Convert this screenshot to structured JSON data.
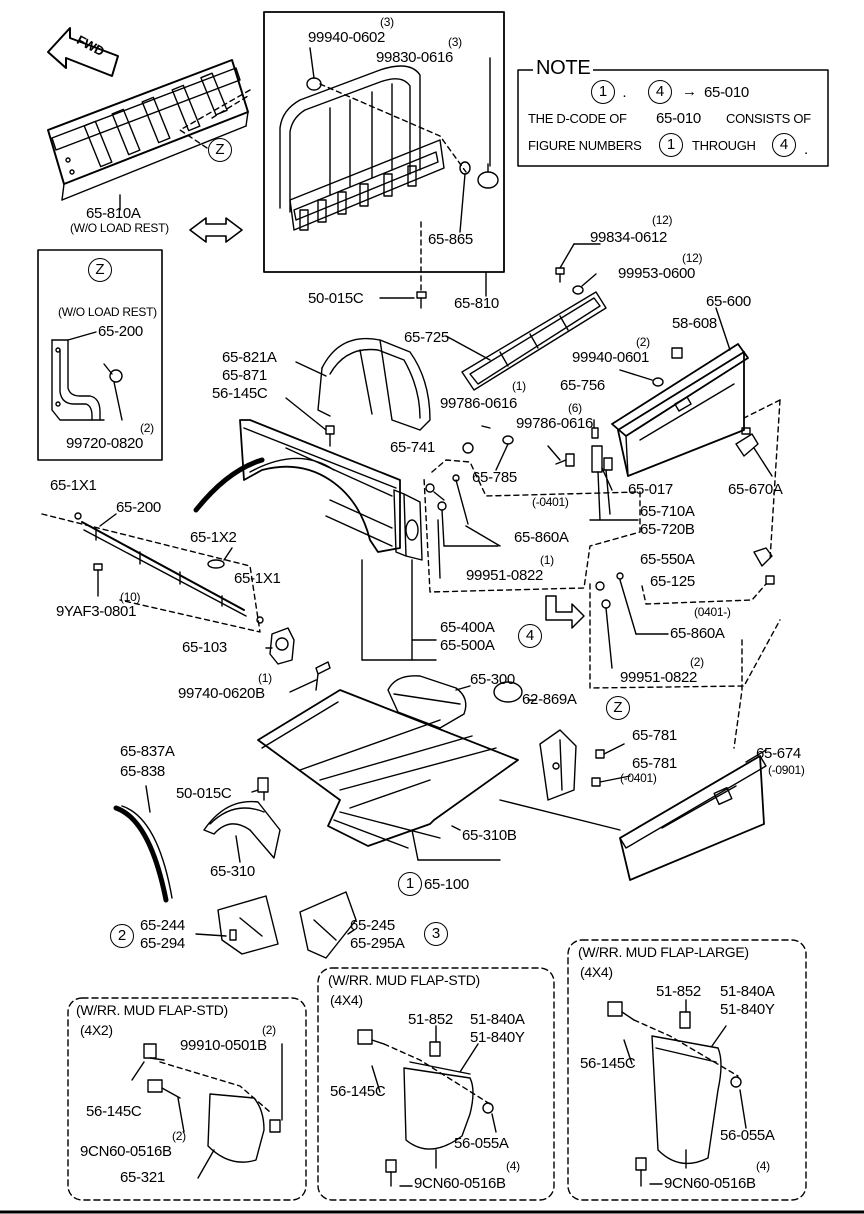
{
  "fwd": "FWD",
  "note": {
    "title": "NOTE",
    "range_from": "1",
    "range_to": "4",
    "arrow": "→",
    "code": "65-010",
    "line2_a": "THE D-CODE OF",
    "line2_b": "65-010",
    "line2_c": "CONSISTS OF",
    "line3_a": "FIGURE NUMBERS",
    "line3_b": "THROUGH"
  },
  "inset_z": {
    "letter": "Z",
    "note": "(W/O LOAD REST)",
    "part_a": "65-200",
    "qty_b": "(2)",
    "part_b": "99720-0820"
  },
  "zmarks": {
    "upper": "Z",
    "lower": "Z"
  },
  "parts": {
    "p65_810A": "65-810A",
    "p65_810A_note": "(W/O LOAD REST)",
    "q99940_0602": "(3)",
    "p99940_0602": "99940-0602",
    "q99830_0616": "(3)",
    "p99830_0616": "99830-0616",
    "p65_865": "65-865",
    "p50_015C_top": "50-015C",
    "p65_810": "65-810",
    "q99834_0612": "(12)",
    "p99834_0612": "99834-0612",
    "q99953_0600": "(12)",
    "p99953_0600": "99953-0600",
    "p65_725": "65-725",
    "p65_600": "65-600",
    "p58_608": "58-608",
    "q99940_0601": "(2)",
    "p99940_0601": "99940-0601",
    "p65_821A": "65-821A",
    "p65_871": "65-871",
    "p56_145C_mid": "56-145C",
    "q99786_0616a": "(1)",
    "p99786_0616a": "99786-0616",
    "p65_756": "65-756",
    "q99786_0616b": "(6)",
    "p99786_0616b": "99786-0616",
    "p65_741": "65-741",
    "p65_785": "65-785",
    "p65_017": "65-017",
    "p65_670A": "65-670A",
    "p65_1X1_a": "65-1X1",
    "p65_200": "65-200",
    "q0401_a": "(-0401)",
    "p65_710A": "65-710A",
    "p65_720B": "65-720B",
    "p65_860A_a": "65-860A",
    "p65_1X2": "65-1X2",
    "q99951_0822a": "(1)",
    "p99951_0822a": "99951-0822",
    "p65_550A": "65-550A",
    "p65_125": "65-125",
    "p65_1X1_b": "65-1X1",
    "q9YAF3": "(10)",
    "p9YAF3_0801": "9YAF3-0801",
    "q0401_b": "(0401-)",
    "p65_860A_b": "65-860A",
    "p65_400A": "65-400A",
    "p65_500A": "65-500A",
    "circle_4_mid": "4",
    "p65_103": "65-103",
    "q99951_0822b": "(2)",
    "p99951_0822b": "99951-0822",
    "q99740": "(1)",
    "p99740_0620B": "99740-0620B",
    "p65_300": "65-300",
    "p62_869A": "62-869A",
    "p65_837A": "65-837A",
    "p65_838": "65-838",
    "p65_781_a": "65-781",
    "p65_674": "65-674",
    "q0901": "(-0901)",
    "p65_781_b": "65-781",
    "q0401_c": "(-0401)",
    "p50_015C_bot": "50-015C",
    "p65_310B": "65-310B",
    "p65_310": "65-310",
    "circle_1": "1",
    "p65_100": "65-100",
    "circle_2": "2",
    "p65_244": "65-244",
    "p65_294": "65-294",
    "p65_245": "65-245",
    "p65_295A": "65-295A",
    "circle_3": "3"
  },
  "box_4x2": {
    "title": "(W/RR. MUD FLAP-STD)",
    "drive": "(4X2)",
    "q_a": "(2)",
    "part_a": "99910-0501B",
    "part_b": "56-145C",
    "q_c": "(2)",
    "part_c": "9CN60-0516B",
    "part_d": "65-321"
  },
  "box_4x4_std": {
    "title": "(W/RR. MUD FLAP-STD)",
    "drive": "(4X4)",
    "part_a": "51-852",
    "part_b": "51-840A",
    "part_c": "51-840Y",
    "part_d": "56-145C",
    "part_e": "56-055A",
    "q_f": "(4)",
    "part_f": "9CN60-0516B"
  },
  "box_4x4_large": {
    "title": "(W/RR. MUD FLAP-LARGE)",
    "drive": "(4X4)",
    "part_a": "51-852",
    "part_b": "51-840A",
    "part_c": "51-840Y",
    "part_d": "56-145C",
    "part_e": "56-055A",
    "q_f": "(4)",
    "part_f": "9CN60-0516B"
  }
}
